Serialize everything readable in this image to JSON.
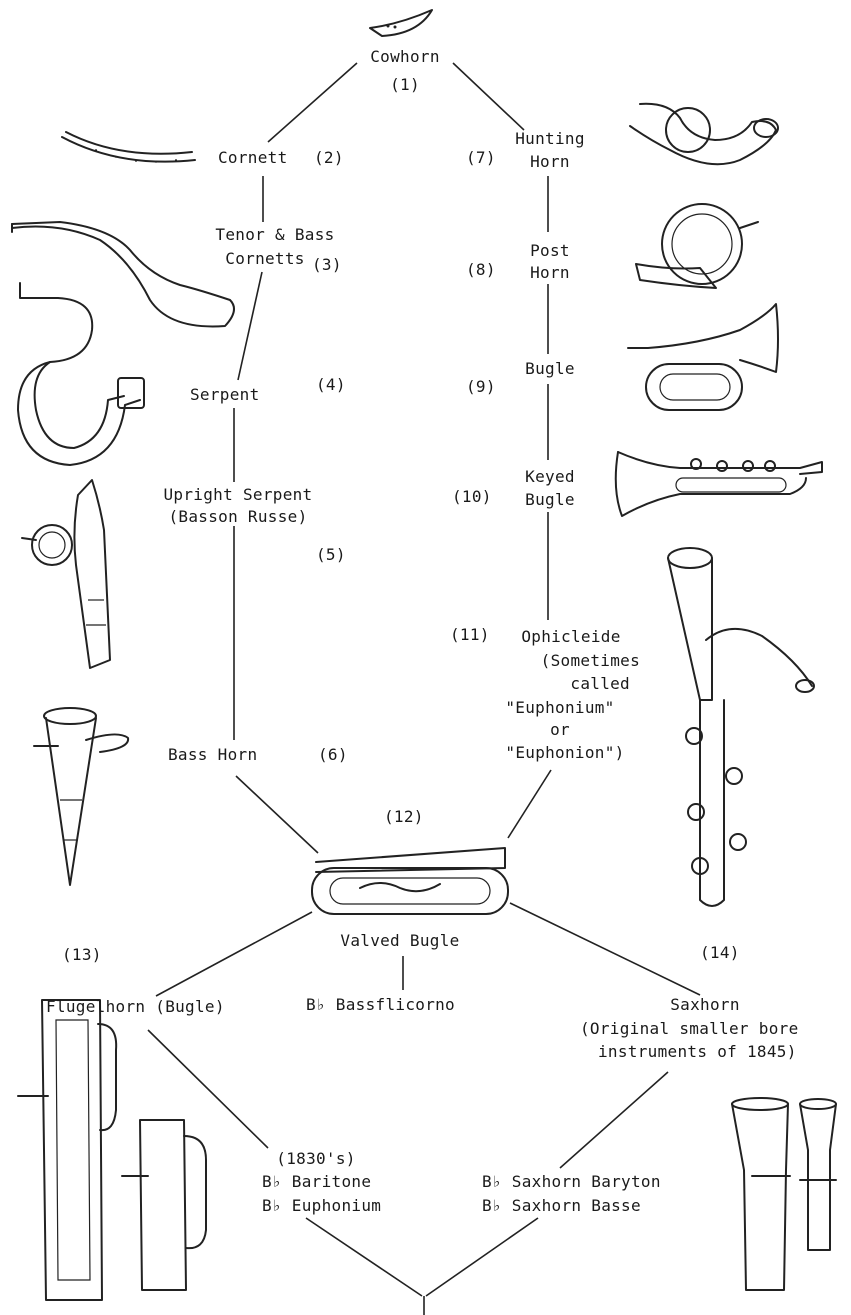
{
  "nodes": {
    "cowhorn": "Cowhorn",
    "n1": "(1)",
    "cornett": "Cornett",
    "n2": "(2)",
    "tenor_bass_1": "Tenor & Bass",
    "tenor_bass_2": "Cornetts",
    "n3": "(3)",
    "serpent": "Serpent",
    "n4": "(4)",
    "upright_1": "Upright Serpent",
    "upright_2": "(Basson Russe)",
    "n5": "(5)",
    "basshorn": "Bass Horn",
    "n6": "(6)",
    "n7": "(7)",
    "hunting_1": "Hunting",
    "hunting_2": "Horn",
    "n8": "(8)",
    "post_1": "Post",
    "post_2": "Horn",
    "n9": "(9)",
    "bugle": "Bugle",
    "n10": "(10)",
    "keyed_1": "Keyed",
    "keyed_2": "Bugle",
    "n11": "(11)",
    "ophi_1": "Ophicleide",
    "ophi_2": "(Sometimes",
    "ophi_3": "called",
    "ophi_4": "\"Euphonium\"",
    "ophi_5": "or",
    "ophi_6": "\"Euphonion\")",
    "n12": "(12)",
    "valved": "Valved Bugle",
    "n13": "(13)",
    "flugel": "Flugelhorn (Bugle)",
    "bassflicorno": "B♭ Bassflicorno",
    "n14": "(14)",
    "saxhorn": "Saxhorn",
    "sax_note_1": "(Original smaller bore",
    "sax_note_2": "instruments of 1845)",
    "era": "(1830's)",
    "baritone": "B♭ Baritone",
    "euphonium": "B♭ Euphonium",
    "sax_baryton": "B♭ Saxhorn Baryton",
    "sax_basse": "B♭ Saxhorn Basse"
  },
  "illustrations": [
    "cowhorn-illustration",
    "cornett-illustration",
    "tenor-cornett-illustration",
    "serpent-illustration",
    "upright-serpent-illustration",
    "bass-horn-illustration",
    "hunting-horn-illustration",
    "post-horn-illustration",
    "bugle-illustration",
    "keyed-bugle-illustration",
    "ophicleide-illustration",
    "valved-bugle-illustration",
    "flugelhorn-illustration",
    "saxhorn-illustration"
  ]
}
